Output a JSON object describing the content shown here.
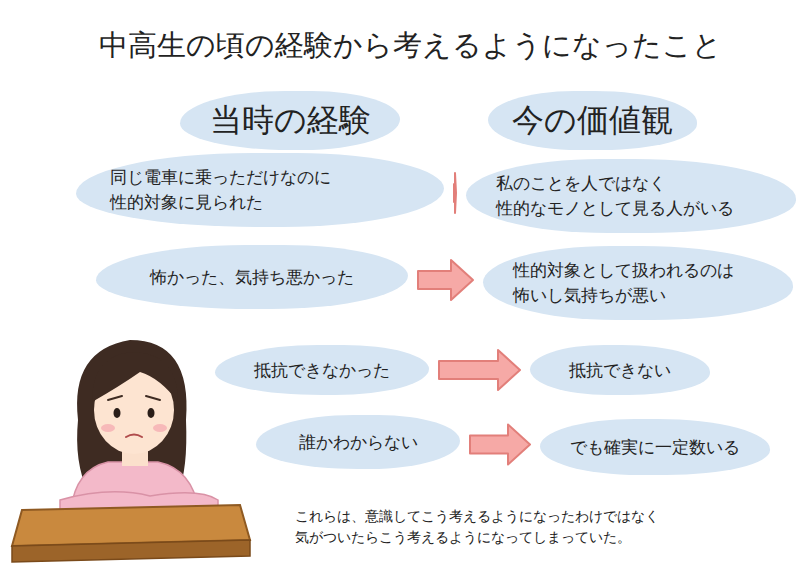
{
  "diagram": {
    "title": "中高生の頃の経験から考えるようになったこと",
    "nodes": [
      {
        "text": [
          "当時の経験"
        ]
      },
      {
        "text": [
          "今の価値観"
        ]
      },
      {
        "text": [
          "同じ電車に乗っただけなのに 性的対象に見られた"
        ]
      },
      {
        "text": [
          "私のことを人ではなく 性的なモノとして見る人がいる"
        ]
      },
      {
        "text": [
          "怖かった、気持ち悪かった"
        ]
      },
      {
        "text": [
          "性的対象として扱われるのは 怖いし気持ちが悪い"
        ]
      },
      {
        "text": [
          "抵抗できなかった"
        ]
      },
      {
        "text": [
          "抵抗できない"
        ]
      },
      {
        "text": [
          "誰かわからない"
        ]
      },
      {
        "text": [
          "でも確実に一定数いる"
        ]
      }
    ],
    "edges": [
      {
        "from": 2,
        "to": 3,
        "arrow": "to"
      },
      {
        "from": 4,
        "to": 5,
        "arrow": "to"
      },
      {
        "from": 6,
        "to": 7,
        "arrow": "to"
      },
      {
        "from": 8,
        "to": 9,
        "arrow": "to"
      }
    ],
    "labels": [
      "これらは、意識してこう考えるようになったわけではなく 気がついたらこう考えるようになってしまっていた。"
    ]
  }
}
